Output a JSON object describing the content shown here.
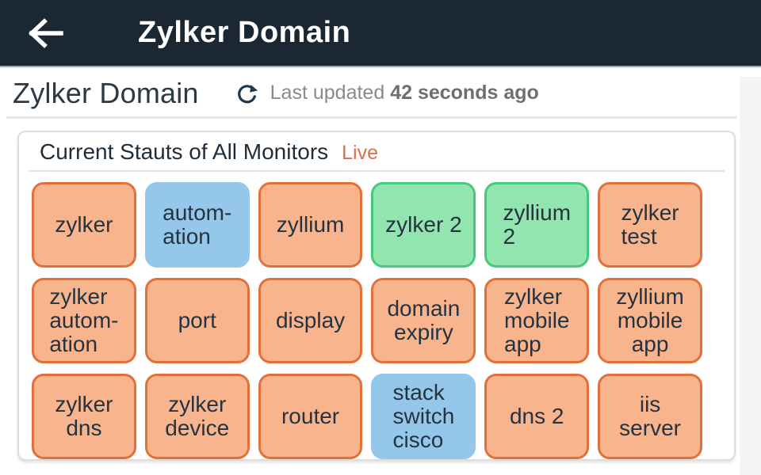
{
  "app_bar": {
    "title": "Zylker Domain"
  },
  "page_header": {
    "title": "Zylker Domain",
    "last_updated_label": "Last updated",
    "last_updated_value": "42 seconds ago"
  },
  "panel": {
    "title": "Current Stauts of All Monitors",
    "live_label": "Live",
    "live_color": "#dd6f48"
  },
  "status_colors": {
    "trouble": {
      "fill": "#f8b58d",
      "border": "#e2703a"
    },
    "critical": {
      "fill": "#95c7ea",
      "border": "#95c7ea"
    },
    "up": {
      "fill": "#92e5ae",
      "border": "#46c97b"
    }
  },
  "ui_colors": {
    "app_bar_bg": "#1b2733",
    "text_dark": "#253341",
    "muted_text": "#8a8a8a"
  },
  "monitors": [
    {
      "label": "zylker",
      "status": "trouble",
      "align": "center"
    },
    {
      "label": "autom-\nation",
      "status": "critical",
      "align": "left"
    },
    {
      "label": "zyllium",
      "status": "trouble",
      "align": "center"
    },
    {
      "label": "zylker 2",
      "status": "up",
      "align": "center"
    },
    {
      "label": "zyllium\n2",
      "status": "up",
      "align": "left"
    },
    {
      "label": "zylker\ntest",
      "status": "trouble",
      "align": "left"
    },
    {
      "label": "zylker\nautom-\nation",
      "status": "trouble",
      "align": "left"
    },
    {
      "label": "port",
      "status": "trouble",
      "align": "center"
    },
    {
      "label": "display",
      "status": "trouble",
      "align": "center"
    },
    {
      "label": "domain\nexpiry",
      "status": "trouble",
      "align": "center"
    },
    {
      "label": "zylker\nmobile\napp",
      "status": "trouble",
      "align": "left"
    },
    {
      "label": "zyllium\nmobile\napp",
      "status": "trouble",
      "align": "center"
    },
    {
      "label": "zylker\ndns",
      "status": "trouble",
      "align": "center"
    },
    {
      "label": "zylker\ndevice",
      "status": "trouble",
      "align": "center"
    },
    {
      "label": "router",
      "status": "trouble",
      "align": "center"
    },
    {
      "label": "stack\nswitch\ncisco",
      "status": "critical",
      "align": "left"
    },
    {
      "label": "dns 2",
      "status": "trouble",
      "align": "center"
    },
    {
      "label": "iis\nserver",
      "status": "trouble",
      "align": "center"
    }
  ]
}
